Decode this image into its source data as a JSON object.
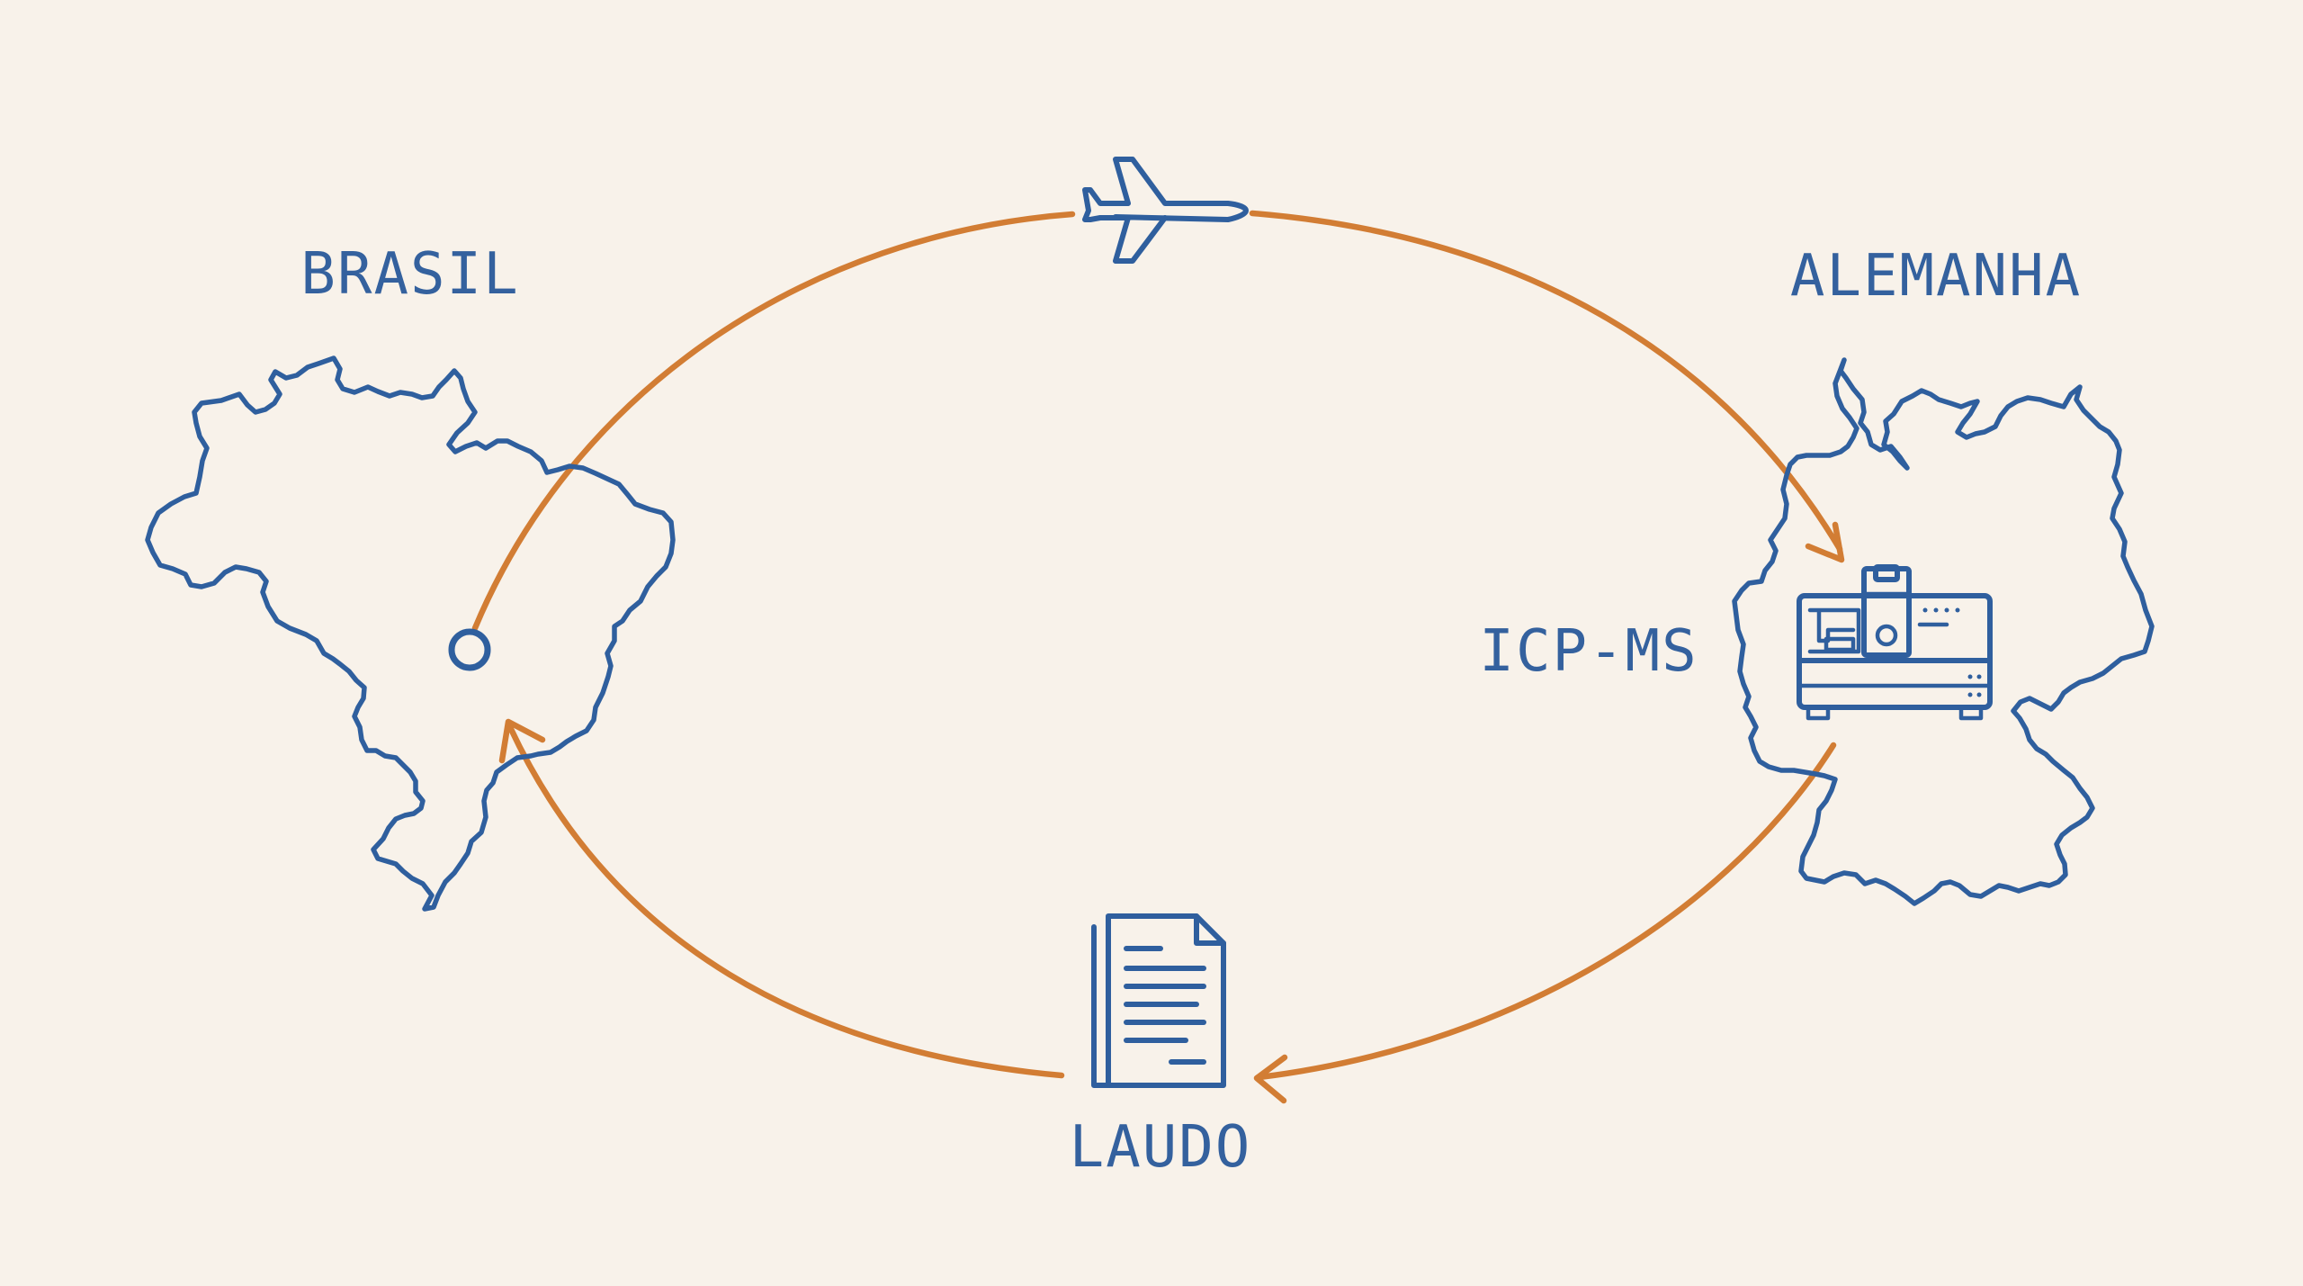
{
  "labels": {
    "origin": "BRASIL",
    "destination": "ALEMANHA",
    "instrument": "ICP-MS",
    "report": "LAUDO"
  },
  "icons": {
    "transport": "airplane-icon",
    "instrument": "laboratory-instrument-icon",
    "report": "document-icon",
    "origin_marker": "location-circle-icon",
    "origin_map": "brazil-map-outline",
    "destination_map": "germany-map-outline"
  },
  "colors": {
    "background": "#f8f2ea",
    "outline_blue": "#2f5f9e",
    "text_blue": "#34619e",
    "arrow_orange": "#d27d34"
  }
}
